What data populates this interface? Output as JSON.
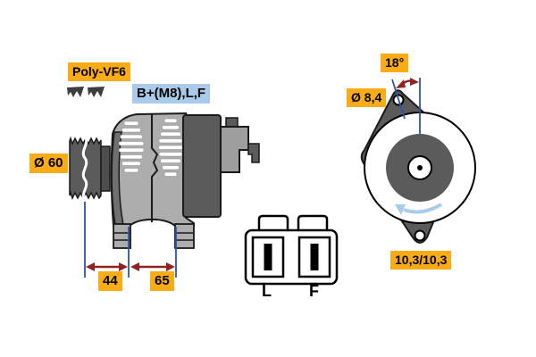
{
  "labels": {
    "belt_type": "Poly-VF6",
    "terminal_spec": "B+(M8),L,F",
    "pulley_diameter": "Ø 60",
    "dim_pulley_to_foot": "44",
    "dim_between_feet": "65",
    "mount_angle": "18°",
    "mount_hole_diameter": "Ø 8,4",
    "mount_hole_widths": "10,3/10,3",
    "connector_pin_left": "L",
    "connector_pin_right": "F"
  },
  "icons": {
    "belt_profile": "poly-v-belt-cross-section (shown twice)",
    "rotation_direction": "counterclockwise-curved-arrow",
    "dimension_arrows": "double-headed-red-arrows",
    "angle_dimension": "red-arc-arrow-between-blue-reference-lines"
  },
  "colors": {
    "label_yellow": "#F9AC15",
    "label_blue": "#A9CBE9",
    "dimension_blue": "#2A57A5",
    "dimension_red": "#8E2321",
    "rotation_arrow_blue": "#AACCEB",
    "body_gray": "#ADADAD",
    "dark_gray": "#5B5B5B"
  }
}
